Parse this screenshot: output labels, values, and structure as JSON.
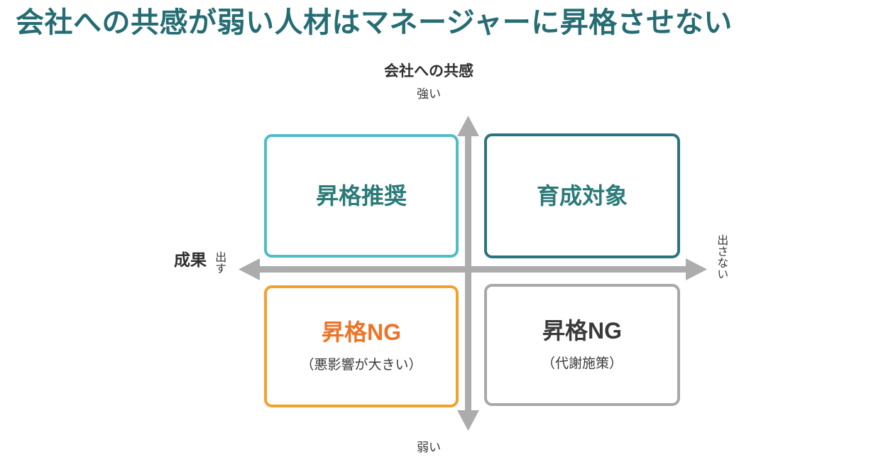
{
  "title": "会社への共感が弱い人材はマネージャーに昇格させない",
  "colors": {
    "title": "#256C73",
    "axis_gray": "#ACACAC",
    "quad_tl_border": "#4DBEC6",
    "quad_tr_border": "#2A7381",
    "quad_bl_border": "#F3A02C",
    "quad_br_border": "#A8A8A8",
    "teal_text": "#2A7B78",
    "orange_text": "#EE7325",
    "gray_text": "#3A3A3A"
  },
  "axes": {
    "vertical": {
      "title": "会社への共感",
      "high_label": "強い",
      "low_label": "弱い"
    },
    "horizontal": {
      "title": "成果",
      "left_label": "出す",
      "right_label": "出さない"
    }
  },
  "quadrants": [
    {
      "id": "top-left",
      "title": "昇格推奨",
      "subtitle": ""
    },
    {
      "id": "top-right",
      "title": "育成対象",
      "subtitle": ""
    },
    {
      "id": "bottom-left",
      "title": "昇格NG",
      "subtitle": "（悪影響が大きい）"
    },
    {
      "id": "bottom-right",
      "title": "昇格NG",
      "subtitle": "（代謝施策）"
    }
  ]
}
